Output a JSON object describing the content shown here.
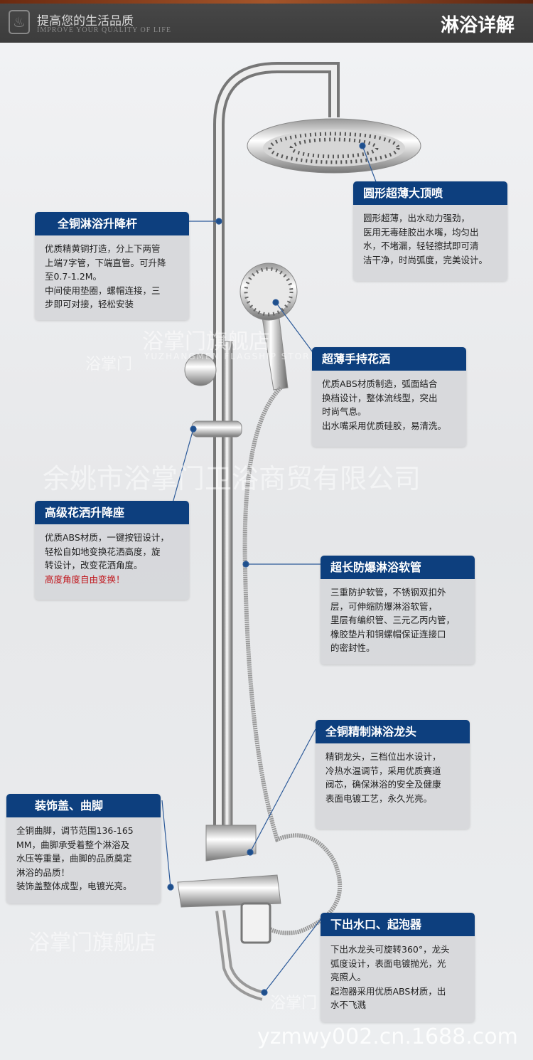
{
  "header": {
    "slogan": "提高您的生活品质",
    "slogan_en": "IMPROVE YOUR QUALITY OF LIFE",
    "title": "淋浴详解"
  },
  "callouts": [
    {
      "title": "全铜淋浴升降杆",
      "lines": [
        "优质精黄铜打造，分上下两管",
        "上端7字管，下端直管。可升降",
        "至0.7-1.2M。",
        "中间使用垫圈，螺帽连接，三",
        "步即可对接，轻松安装"
      ]
    },
    {
      "title": "圆形超薄大顶喷",
      "lines": [
        "圆形超薄，出水动力强劲，",
        "医用无毒硅胶出水嘴，均匀出",
        "水，不堵漏，轻轻擦拭即可清",
        "洁干净，时尚弧度，完美设计。"
      ]
    },
    {
      "title": "超薄手持花洒",
      "lines": [
        "优质ABS材质制造，弧面结合",
        "换档设计，整体流线型，突出",
        "时尚气息。",
        "出水嘴采用优质硅胶，易清洗。"
      ]
    },
    {
      "title": "高级花洒升降座",
      "lines": [
        "优质ABS材质，一键按钮设计，",
        "轻松自如地变换花洒高度，旋",
        "转设计，改变花洒角度。"
      ],
      "highlight": "高度角度自由变换！"
    },
    {
      "title": "超长防爆淋浴软管",
      "lines": [
        "三重防护软管，不锈钢双扣外",
        "层，可伸缩防爆淋浴软管，",
        "里层有编织管、三元乙丙内管，",
        "橡胶垫片和铜螺帽保证连接口",
        "的密封性。"
      ]
    },
    {
      "title": "全铜精制淋浴龙头",
      "lines": [
        "精铜龙头，三档位出水设计，",
        "冷热水温调节，采用优质赛道",
        "阀芯，确保淋浴的安全及健康",
        "表面电镀工艺，永久光亮。"
      ]
    },
    {
      "title": "装饰盖、曲脚",
      "lines": [
        "全铜曲脚，调节范围136-165",
        "MM，曲脚承受着整个淋浴及",
        "水压等重量，曲脚的品质奠定",
        "淋浴的品质！",
        "装饰盖整体成型，电镀光亮。"
      ]
    },
    {
      "title": "下出水口、起泡器",
      "lines": [
        "下出水龙头可旋转360°，龙头",
        "弧度设计，表面电镀抛光，光",
        "亮照人。",
        "起泡器采用优质ABS材质，出",
        "水不飞溅"
      ]
    }
  ],
  "watermarks": {
    "store": "浴掌门旗舰店",
    "store_en": "YUZHANGMEN FLAGSHIP STORE",
    "company": "余姚市浴掌门卫浴商贸有限公司",
    "url": "yzmwy002.cn.1688.com",
    "brand": "浴掌门"
  },
  "colors": {
    "header_bg": "#404040",
    "callout_title_bg": "#0d3f7e",
    "highlight": "#c0151b"
  }
}
